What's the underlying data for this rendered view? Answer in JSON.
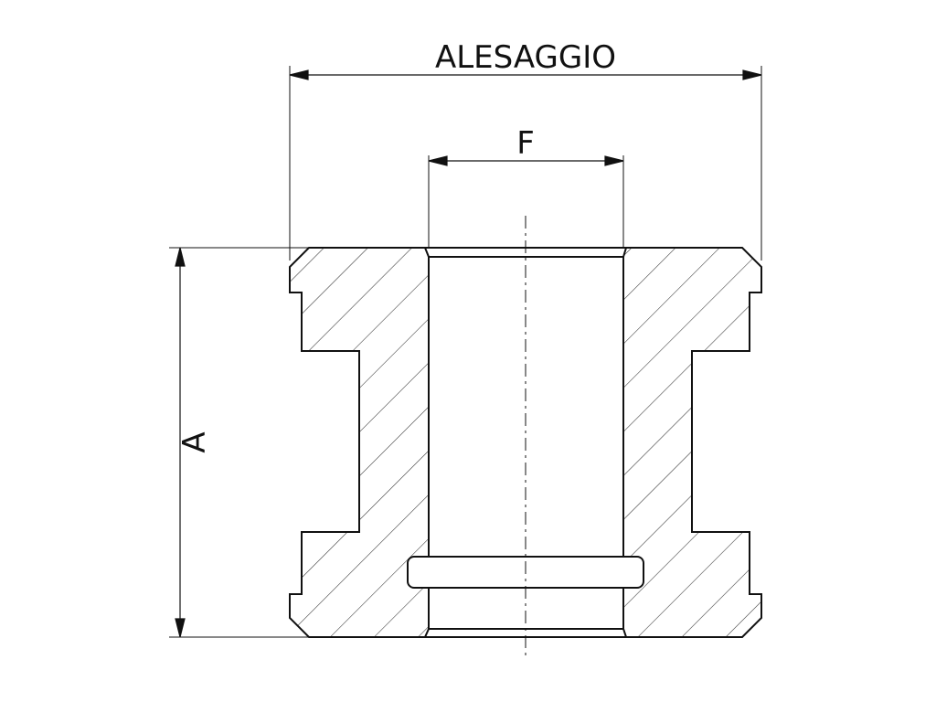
{
  "labels": {
    "bore": "ALESAGGIO",
    "inner": "F",
    "height": "A"
  },
  "colors": {
    "line": "#111111",
    "hatch": "#333333",
    "background": "#ffffff"
  }
}
